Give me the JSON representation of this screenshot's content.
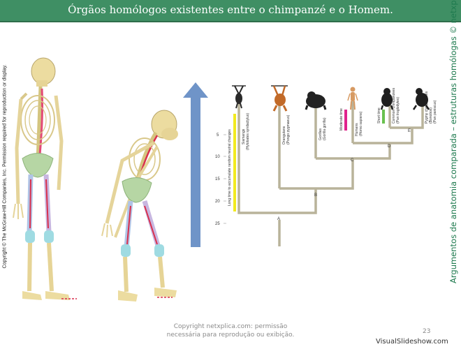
{
  "slide": {
    "title": "Órgãos homólogos existentes entre o chimpanzé e o Homem.",
    "left_copyright": "Copyright © The McGraw-Hill Companies, Inc. Permission required for reproduction or display.",
    "right_caption": "Argumentos de anatomia comparada – estruturas homólogas © netxplica.com",
    "footer_line1": "Copyright netxplica.com: permissão",
    "footer_line2": "necessária para reprodução ou exibição.",
    "page_number": "23",
    "brand": "VisualSlideshow.com"
  },
  "tree": {
    "axis_ticks": [
      "5",
      "10",
      "15",
      "20",
      "25"
    ],
    "long_time_label": "Long time to accumulate random neutral changes",
    "moderate_time_label": "Moderate time",
    "short_time_label": "Short time",
    "bar_colors": {
      "long": "#f2ea1f",
      "moderate": "#e0238c",
      "short": "#69c14f"
    },
    "species": [
      {
        "name": "Siamangs",
        "latin": "(Hylobates syndactylus)"
      },
      {
        "name": "Orangutans",
        "latin": "(Pongo pygmaeus)"
      },
      {
        "name": "Gorillas",
        "latin": "(Gorilla gorilla)"
      },
      {
        "name": "Humans",
        "latin": "(Homo sapiens)"
      },
      {
        "name": "Common chimpanzees",
        "latin": "(Pan troglodytes)"
      },
      {
        "name": "Pygmy chimpanzees",
        "latin": "(Bonobos)"
      },
      {
        "name": "",
        "latin": "(Pan paniscus)"
      }
    ],
    "nodes": [
      "A",
      "B",
      "C",
      "D",
      "E"
    ]
  },
  "icons": [
    "skeleton-human-icon",
    "skeleton-chimp-icon",
    "time-arrow-icon",
    "siamang-icon",
    "orangutan-icon",
    "gorilla-icon",
    "human-icon",
    "chimpanzee-icon",
    "bonobo-icon"
  ]
}
